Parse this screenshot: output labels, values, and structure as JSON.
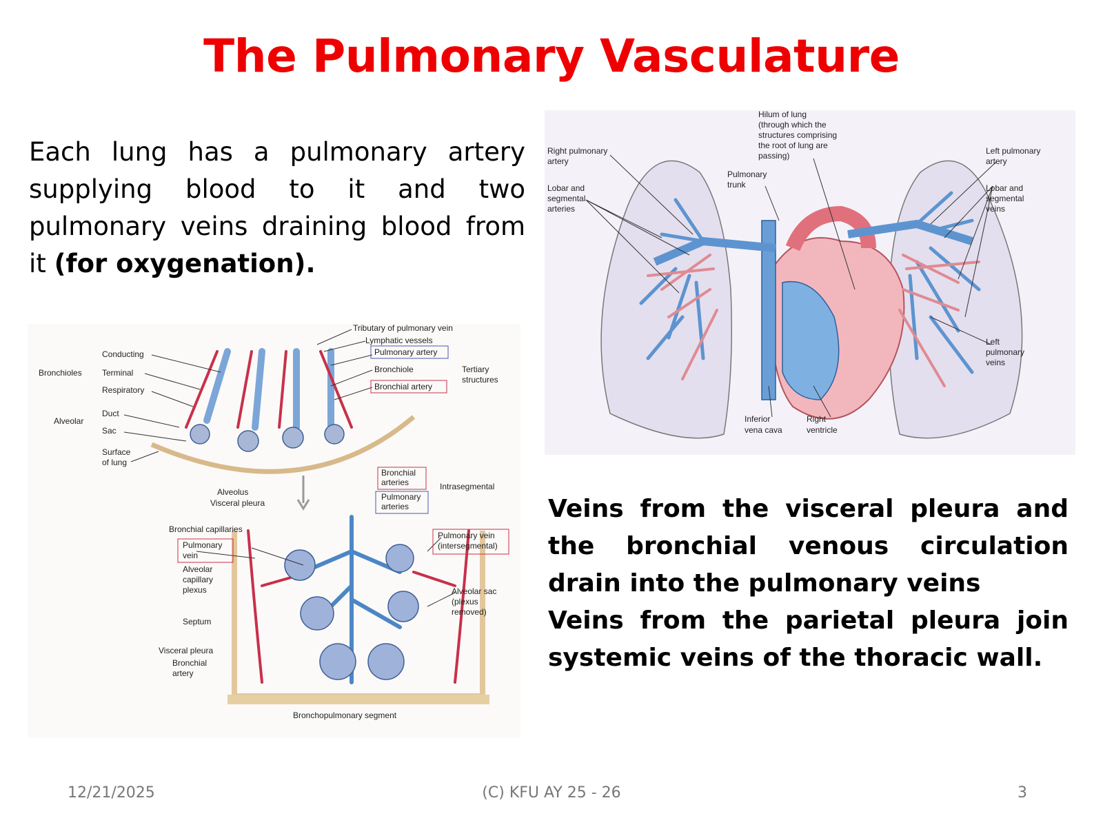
{
  "slide": {
    "title": "The Pulmonary Vasculature",
    "intro": "Each lung has a pulmonary artery supplying blood to it and two pulmonary veins draining blood from it",
    "intro_bold": "(for oxygenation).",
    "veins_text_1": "Veins from the visceral pleura and the bronchial venous circulation drain into the pulmonary veins",
    "veins_text_2": "Veins from the parietal pleura join systemic veins of the thoracic wall."
  },
  "heart_figure": {
    "hilum": [
      "Hilum of lung",
      "(through which the",
      "structures comprising",
      "the root of lung are",
      "passing)"
    ],
    "right_pulmonary_artery": [
      "Right pulmonary",
      "artery"
    ],
    "lobar_segmental_arteries": [
      "Lobar and",
      "segmental",
      "arteries"
    ],
    "pulmonary_trunk": [
      "Pulmonary",
      "trunk"
    ],
    "left_pulmonary_artery": [
      "Left pulmonary",
      "artery"
    ],
    "lobar_segmental_veins": [
      "Lobar and",
      "segmental",
      "veins"
    ],
    "left_pulmonary_veins": [
      "Left",
      "pulmonary",
      "veins"
    ],
    "inferior_vena_cava": [
      "Inferior",
      "vena cava"
    ],
    "right_ventricle": [
      "Right",
      "ventricle"
    ]
  },
  "bronchial_figure": {
    "tributary": "Tributary of pulmonary vein",
    "lymphatic": "Lymphatic vessels",
    "pulmonary_artery": "Pulmonary artery",
    "bronchiole": "Bronchiole",
    "bronchial_artery": "Bronchial artery",
    "tertiary": [
      "Tertiary",
      "structures"
    ],
    "bronchioles": "Bronchioles",
    "conducting": "Conducting",
    "terminal": "Terminal",
    "respiratory": "Respiratory",
    "alveolar": "Alveolar",
    "duct": "Duct",
    "sac": "Sac",
    "surface": [
      "Surface",
      "of lung"
    ],
    "alveolus": "Alveolus",
    "visceral_pleura_top": "Visceral pleura",
    "bronchial_arteries": [
      "Bronchial",
      "arteries"
    ],
    "pulmonary_arteries": [
      "Pulmonary",
      "arteries"
    ],
    "intrasegmental": "Intrasegmental",
    "bronchial_capillaries": "Bronchial capillaries",
    "pulmonary_vein": [
      "Pulmonary",
      "vein"
    ],
    "pulmonary_vein_inter": [
      "Pulmonary vein",
      "(intersegmental)"
    ],
    "alveolar_capillary": [
      "Alveolar",
      "capillary",
      "plexus"
    ],
    "alveolar_sac": [
      "Alveolar sac",
      "(plexus",
      "removed)"
    ],
    "septum": "Septum",
    "visceral_pleura": "Visceral pleura",
    "bronchial_artery_bottom": [
      "Bronchial",
      "artery"
    ],
    "segment": "Bronchopulmonary segment"
  },
  "footer": {
    "date": "12/21/2025",
    "copyright": "(C) KFU AY 25 - 26",
    "page": "3"
  }
}
